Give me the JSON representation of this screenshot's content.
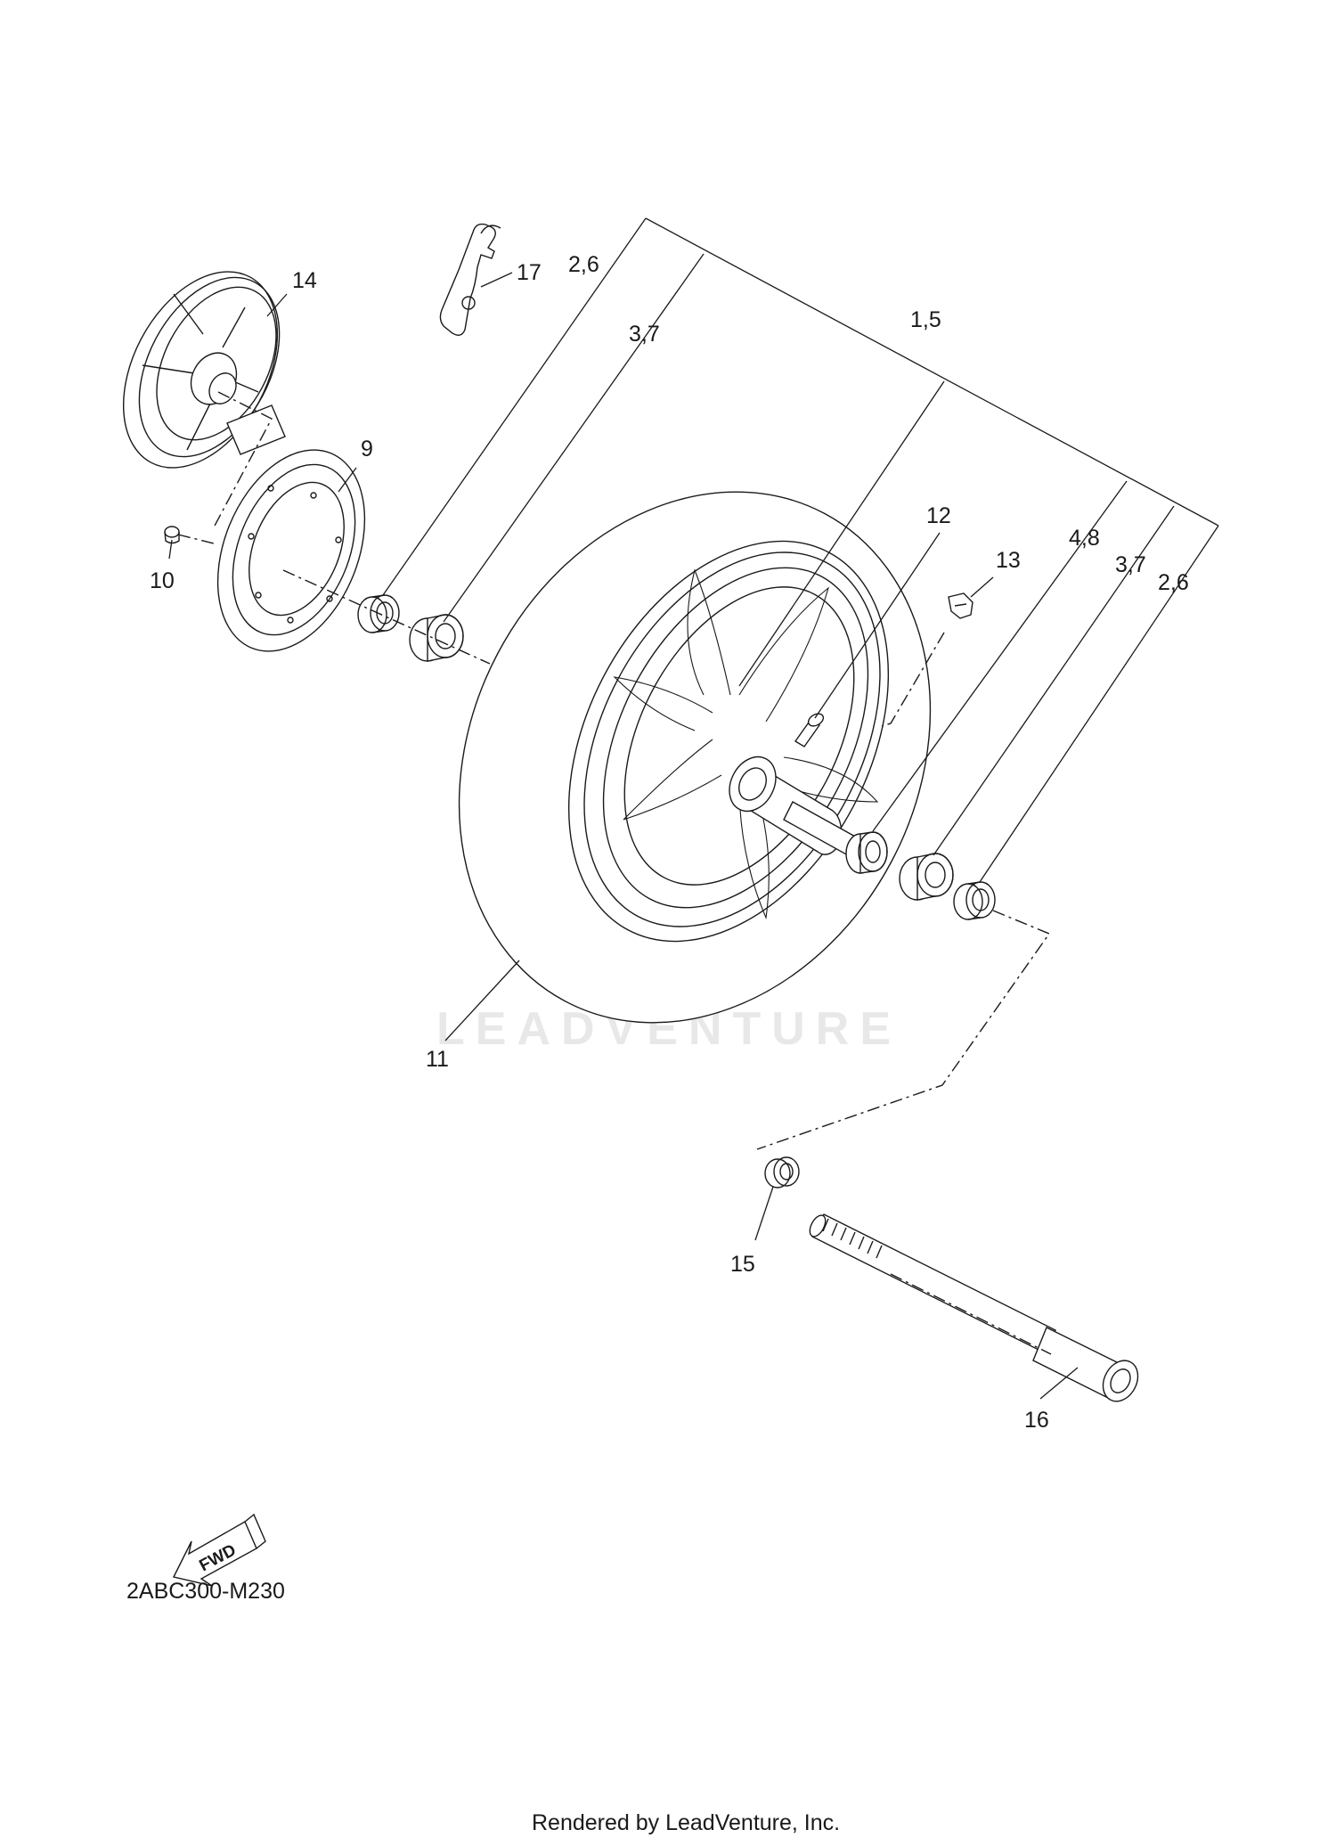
{
  "diagram": {
    "code": "2ABC300-M230",
    "watermark": "LEADVENTURE",
    "footer": "Rendered by LeadVenture, Inc.",
    "fwd_label": "FWD",
    "callouts": {
      "p14": "14",
      "p17": "17",
      "p26_left": "2,6",
      "p37_left": "3,7",
      "p15_top": "1,5",
      "p9": "9",
      "p10": "10",
      "p12": "12",
      "p13": "13",
      "p48": "4,8",
      "p37_right": "3,7",
      "p26_right": "2,6",
      "p11": "11",
      "p15": "15",
      "p16": "16"
    }
  }
}
